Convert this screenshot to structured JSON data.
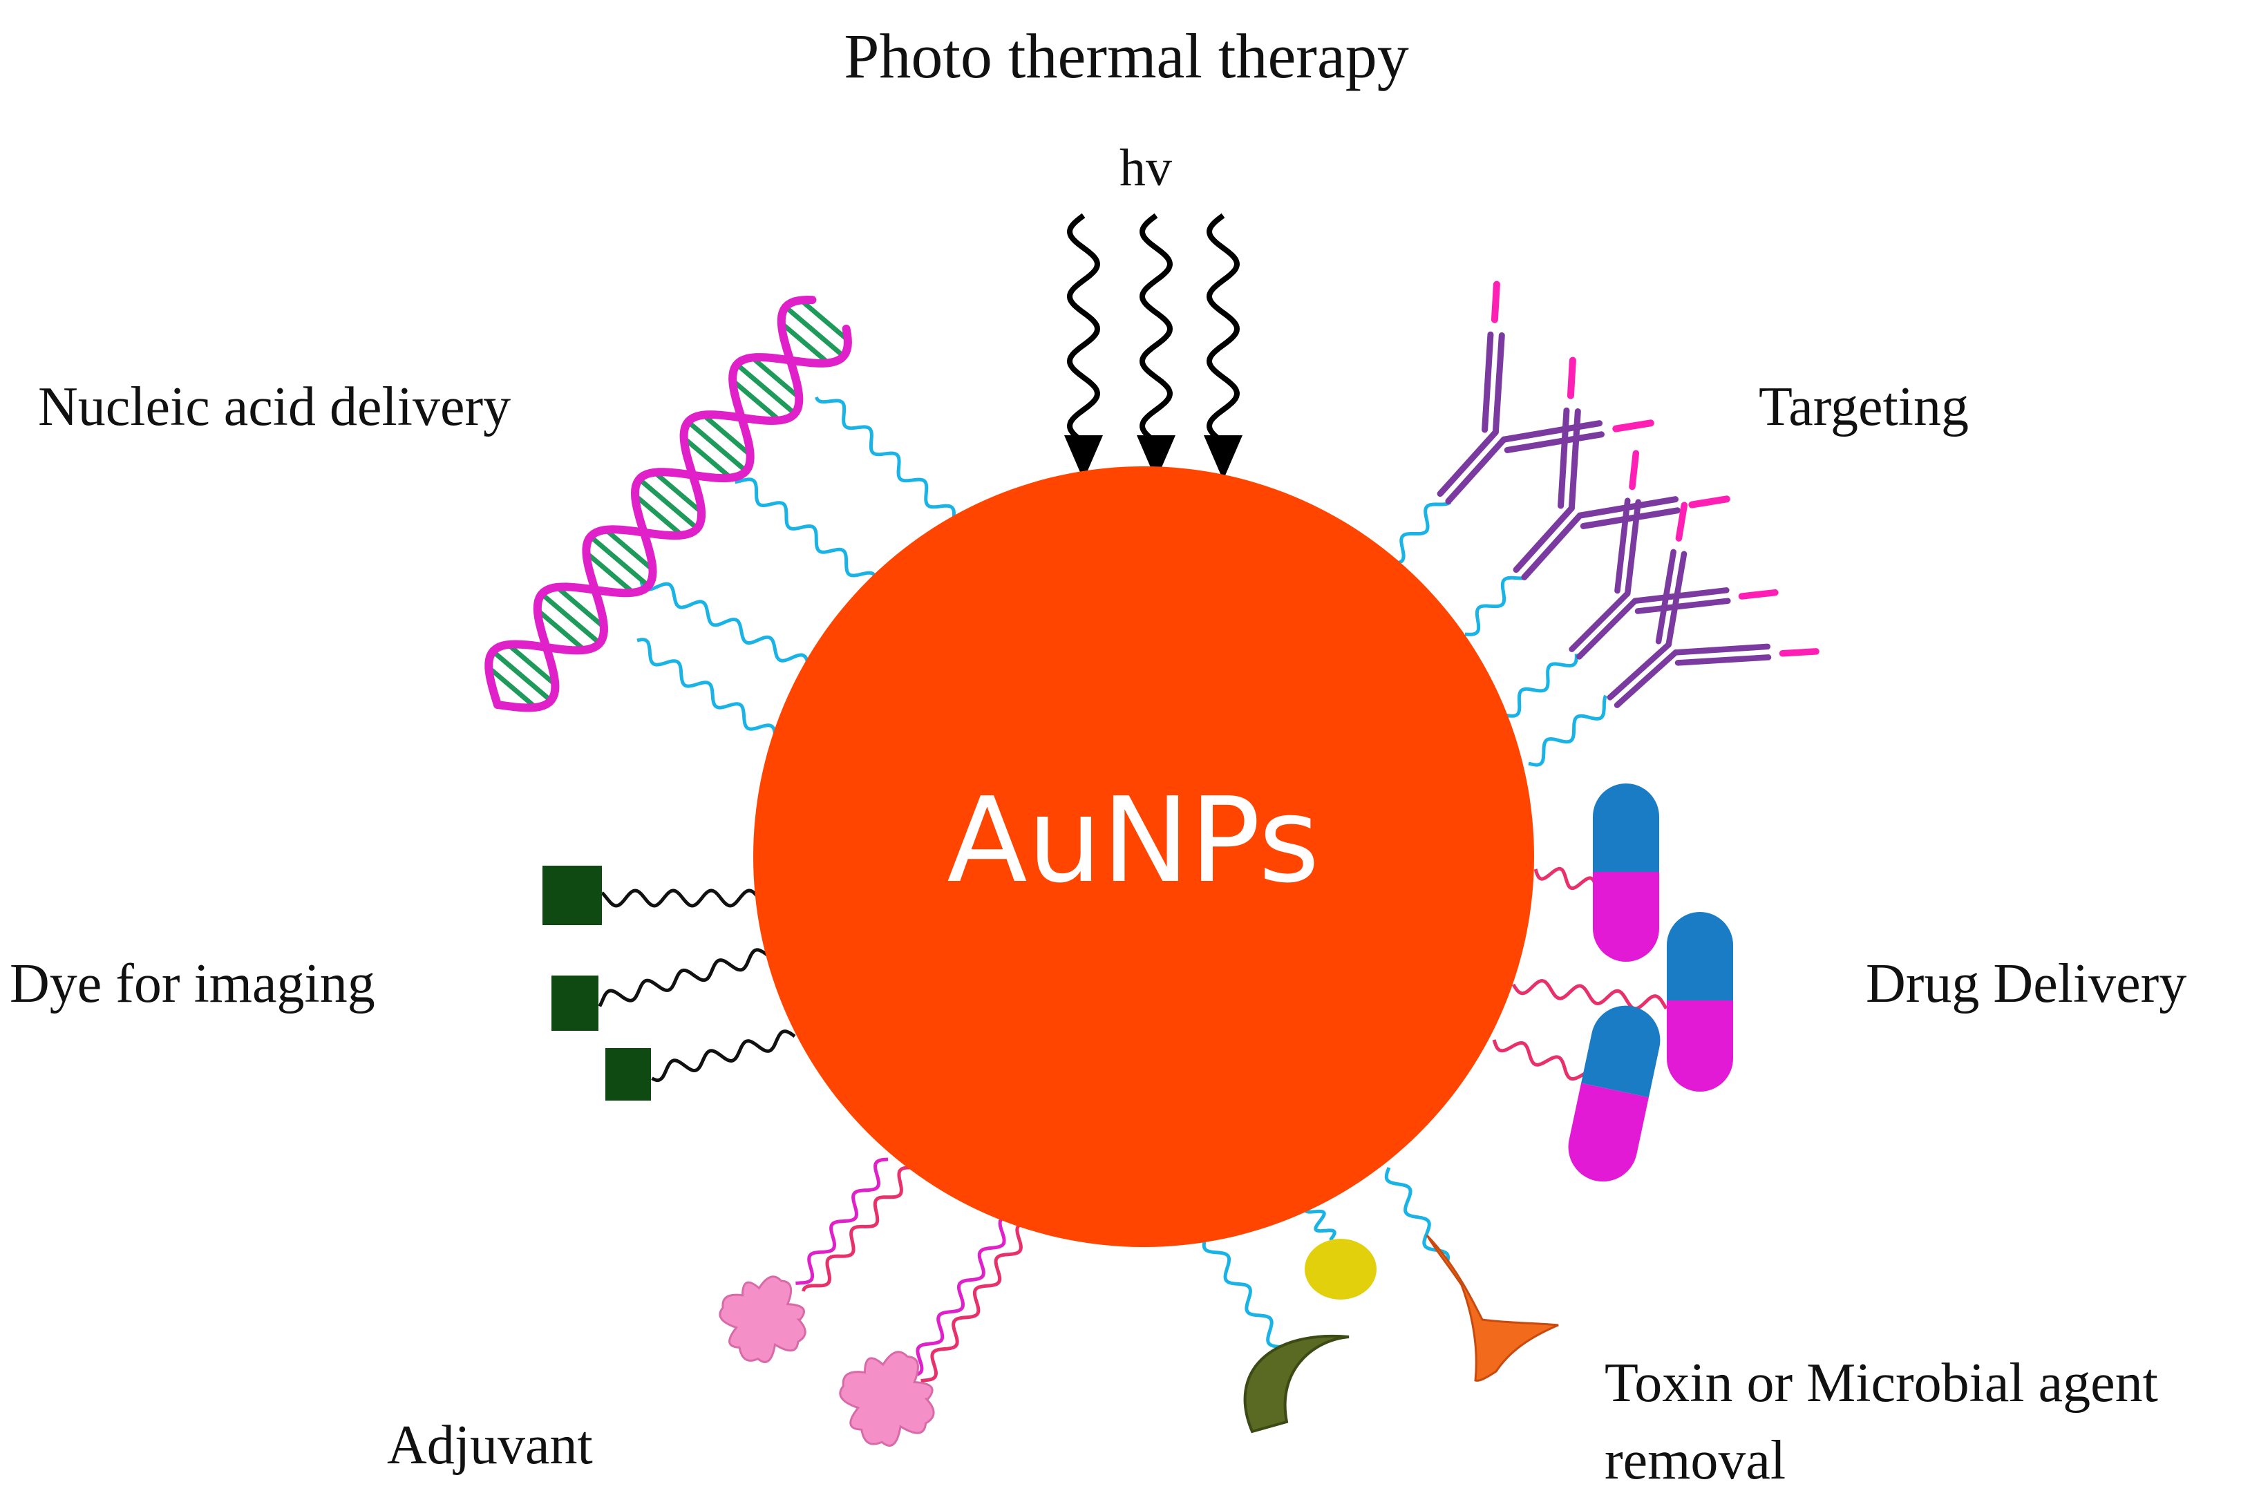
{
  "diagram": {
    "title": "Photo thermal therapy",
    "light_label": "hv",
    "center_label": "AuNPs",
    "labels": {
      "nucleic_acid": "Nucleic acid delivery",
      "targeting": "Targeting",
      "dye": "Dye for imaging",
      "drug": "Drug Delivery",
      "adjuvant": "Adjuvant",
      "toxin_line1": "Toxin or Microbial agent",
      "toxin_line2": "removal"
    },
    "colors": {
      "nanoparticle": "#ff4500",
      "linker_cyan": "#1ab3e6",
      "linker_pink": "#e8306a",
      "linker_black": "#111111",
      "dna_strand": "#e020c8",
      "dna_base": "#1e9a5a",
      "antibody": "#7a3aa0",
      "antibody_tip": "#ff1fb5",
      "dye": "#0f4a12",
      "capsule_top": "#1a7cc4",
      "capsule_bottom": "#e21ad6",
      "adjuvant": "#f58fc8",
      "toxin_yellow": "#e2d00c",
      "toxin_olive": "#5a6a22",
      "toxin_orange": "#f26a1b"
    }
  }
}
